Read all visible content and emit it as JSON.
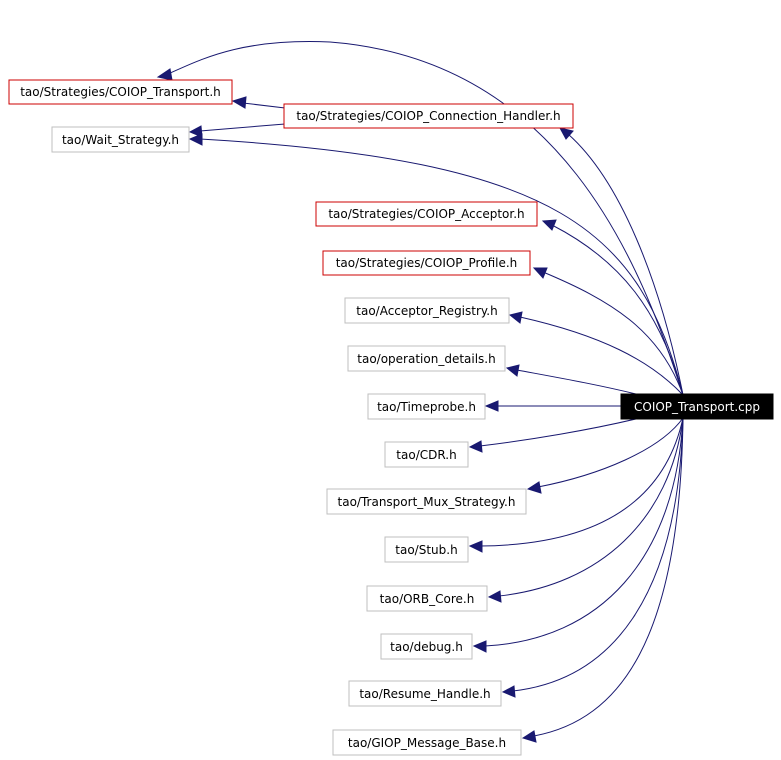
{
  "nodes": {
    "coiop_transport_h": "tao/Strategies/COIOP_Transport.h",
    "wait_strategy_h": "tao/Wait_Strategy.h",
    "coiop_connection_handler_h": "tao/Strategies/COIOP_Connection_Handler.h",
    "coiop_acceptor_h": "tao/Strategies/COIOP_Acceptor.h",
    "coiop_profile_h": "tao/Strategies/COIOP_Profile.h",
    "acceptor_registry_h": "tao/Acceptor_Registry.h",
    "operation_details_h": "tao/operation_details.h",
    "timeprobe_h": "tao/Timeprobe.h",
    "cdr_h": "tao/CDR.h",
    "transport_mux_strategy_h": "tao/Transport_Mux_Strategy.h",
    "stub_h": "tao/Stub.h",
    "orb_core_h": "tao/ORB_Core.h",
    "debug_h": "tao/debug.h",
    "resume_handle_h": "tao/Resume_Handle.h",
    "giop_message_base_h": "tao/GIOP_Message_Base.h",
    "root": "COIOP_Transport.cpp"
  },
  "colors": {
    "edge": "#191970",
    "documented_border": "#cc0000",
    "undocumented_border": "#bfbfbf",
    "root_fill": "#000000"
  }
}
